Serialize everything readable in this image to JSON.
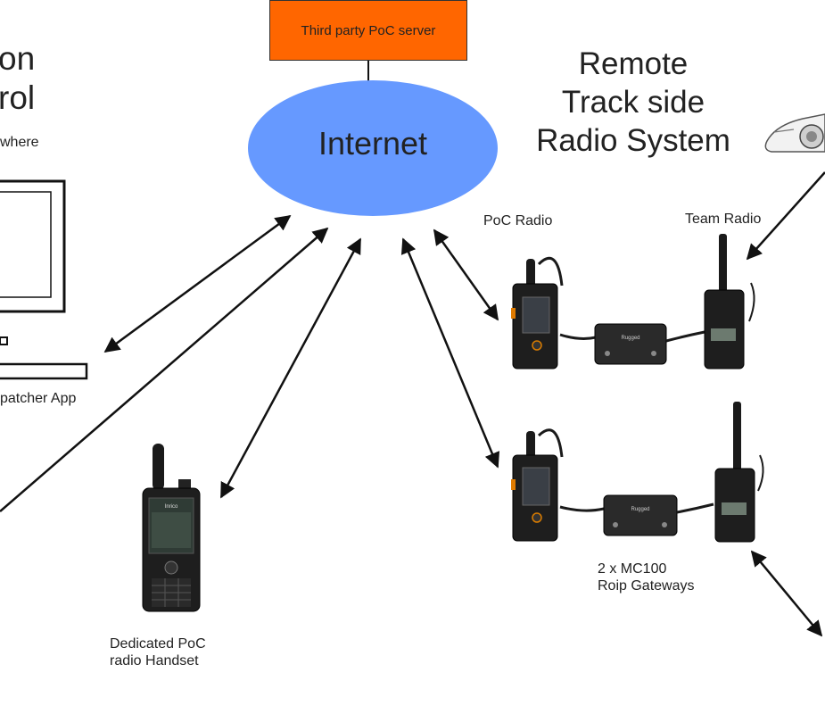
{
  "server": {
    "label": "Third party PoC server"
  },
  "internet": {
    "label": "Internet"
  },
  "left_title": {
    "line1": "on",
    "line2": "rol",
    "sub": "where"
  },
  "remote_title": {
    "line1": "Remote",
    "line2": "Track side",
    "line3": "Radio System"
  },
  "labels": {
    "poc_radio": "PoC Radio",
    "team_radio": "Team Radio",
    "dispatcher": "patcher App",
    "gateways_line1": "2 x MC100",
    "gateways_line2": "Roip Gateways",
    "handset_line1": "Dedicated PoC",
    "handset_line2": "radio Handset"
  },
  "device_text": {
    "handset_brand": "Inrico",
    "gateway_brand": "Rugged"
  },
  "colors": {
    "server_fill": "#ff6600",
    "internet_fill": "#6699ff",
    "radio_body": "#1e1e1e",
    "gateway_body": "#2a2a2a"
  }
}
